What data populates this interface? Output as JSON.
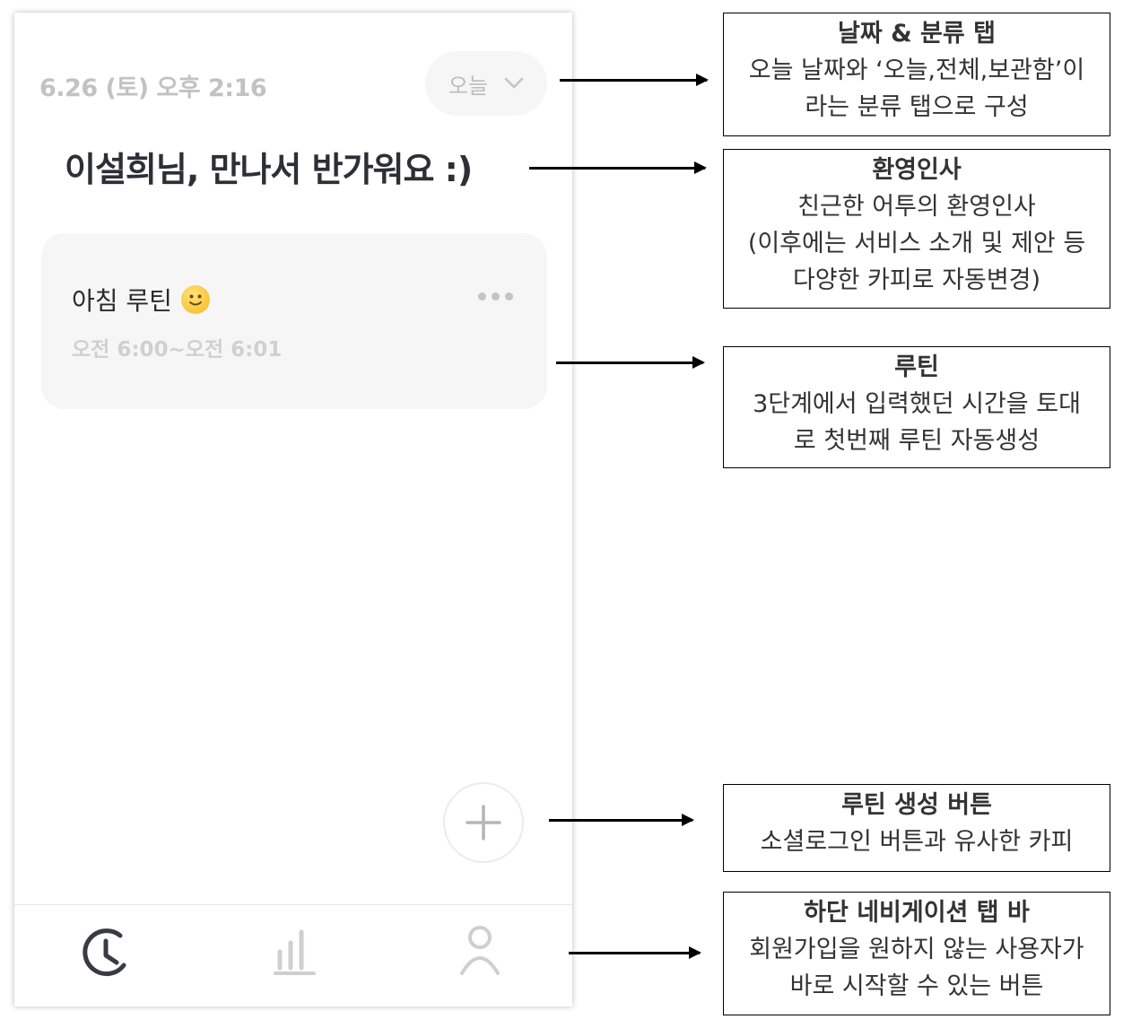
{
  "phone": {
    "date_time": "6.26 (토) 오후 2:16",
    "filter_label": "오늘",
    "greeting": "이설희님, 만나서 반가워요 :)",
    "routine_card": {
      "title": "아침 루틴",
      "emoji": "slightly-smiling-face",
      "time": "오전 6:00~오전 6:01"
    },
    "fab_icon": "plus-icon",
    "tabs": [
      {
        "icon": "clock-icon",
        "active": true
      },
      {
        "icon": "bar-chart-icon",
        "active": false
      },
      {
        "icon": "person-icon",
        "active": false
      }
    ]
  },
  "annotations": [
    {
      "title": "날짜 & 분류 탭",
      "lines": [
        "오늘 날짜와 ‘오늘,전체,보관함’이",
        "라는 분류 탭으로 구성"
      ]
    },
    {
      "title": "환영인사",
      "lines": [
        "친근한 어투의 환영인사",
        "(이후에는 서비스 소개 및 제안 등",
        "다양한 카피로 자동변경)"
      ]
    },
    {
      "title": "루틴",
      "lines": [
        "3단계에서 입력했던 시간을 토대",
        "로 첫번째 루틴 자동생성"
      ]
    },
    {
      "title": "루틴 생성 버튼",
      "lines": [
        "소셜로그인 버튼과 유사한 카피"
      ]
    },
    {
      "title": "하단 네비게이션 탭 바",
      "lines": [
        "회원가입을 원하지 않는 사용자가",
        "바로 시작할 수 있는 버튼"
      ]
    }
  ],
  "colors": {
    "greeting_text": "#2e2e36",
    "muted_text": "#c2c2c2",
    "card_bg": "#f6f6f6",
    "active_tab": "#3a3a44",
    "inactive_tab": "#cfcfcf"
  }
}
